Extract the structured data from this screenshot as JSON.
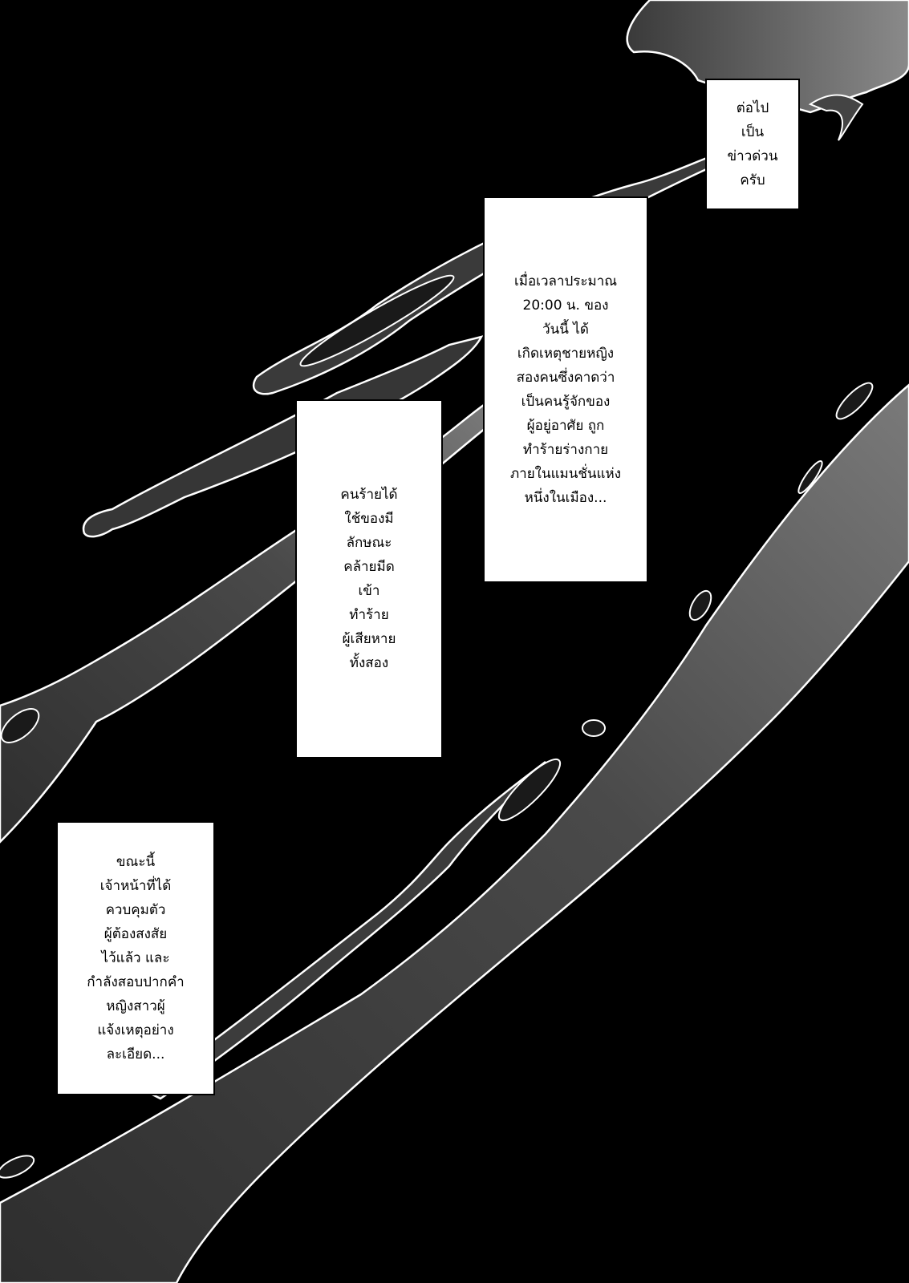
{
  "theme": {
    "background": "#000000",
    "caption_fill": "#ffffff",
    "caption_text": "#000000",
    "outline": "#ffffff"
  },
  "captions": [
    {
      "lines": [
        "ต่อไป",
        "เป็น",
        "ข่าวด่วน",
        "ครับ"
      ]
    },
    {
      "lines": [
        "เมื่อเวลาประมาณ",
        "20:00 น. ของ",
        "วันนี้ ได้",
        "เกิดเหตุชายหญิง",
        "สองคนซึ่งคาดว่า",
        "เป็นคนรู้จักของ",
        "ผู้อยู่อาศัย ถูก",
        "ทำร้ายร่างกาย",
        "ภายในแมนชั่นแห่ง",
        "หนึ่งในเมือง..."
      ]
    },
    {
      "lines": [
        "คนร้ายได้",
        "ใช้ของมี",
        "ลักษณะ",
        "คล้ายมีด",
        "เข้า",
        "ทำร้าย",
        "ผู้เสียหาย",
        "ทั้งสอง"
      ]
    },
    {
      "lines": [
        "ขณะนี้",
        "เจ้าหน้าที่ได้",
        "ควบคุมตัว",
        "ผู้ต้องสงสัย",
        "ไว้แล้ว และ",
        "กำลังสอบปากคำ",
        "หญิงสาวผู้",
        "แจ้งเหตุอย่าง",
        "ละเอียด..."
      ]
    }
  ]
}
